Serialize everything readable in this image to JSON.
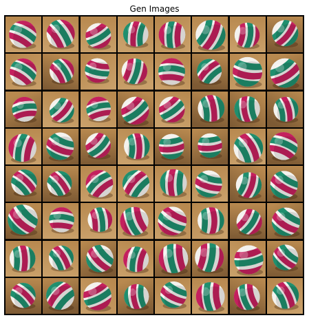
{
  "figure": {
    "title": "Gen Images"
  },
  "grid": {
    "rows": 8,
    "cols": 8,
    "image_subject": "volleyball-ball",
    "colors": {
      "white": "#f4f2ee",
      "pink": "#c4205e",
      "green": "#1f8f6e",
      "background": "#b8894f",
      "background_dark": "#7d5a34",
      "grid_line": "#000000"
    }
  }
}
